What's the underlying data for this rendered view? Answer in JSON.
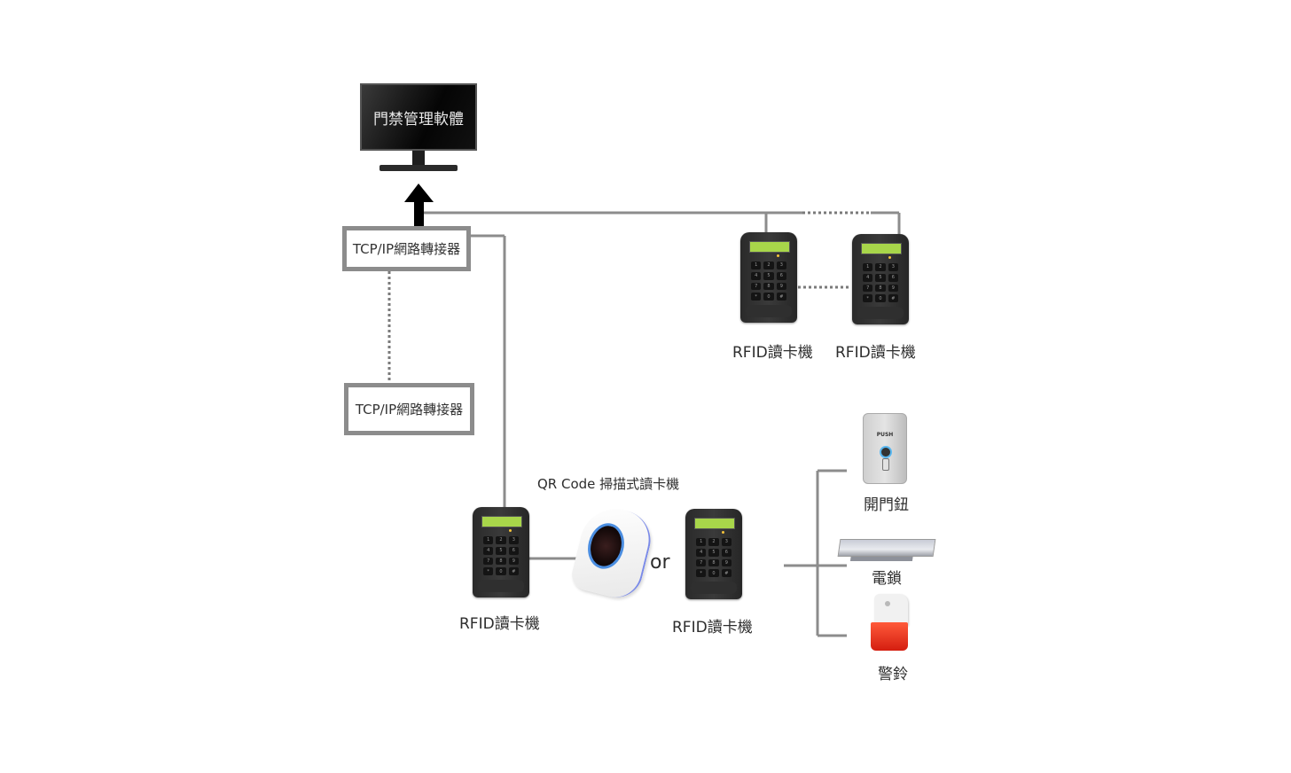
{
  "diagram": {
    "title": "Access Control System Topology",
    "nodes": {
      "software": {
        "label": "門禁管理軟體",
        "icon": "monitor-icon"
      },
      "converter_1": {
        "label": "TCP/IP網路轉接器"
      },
      "converter_2": {
        "label": "TCP/IP網路轉接器"
      },
      "rfid_top_1": {
        "label": "RFID讀卡機",
        "icon": "rfid-reader-icon"
      },
      "rfid_top_2": {
        "label": "RFID讀卡機",
        "icon": "rfid-reader-icon"
      },
      "rfid_bottom_1": {
        "label": "RFID讀卡機",
        "icon": "rfid-reader-icon"
      },
      "qr_scanner": {
        "label": "QR Code 掃描式讀卡機",
        "icon": "qr-scanner-icon"
      },
      "or_text": "or",
      "rfid_bottom_2": {
        "label": "RFID讀卡機",
        "icon": "rfid-reader-icon"
      },
      "exit_button": {
        "label": "開門鈕",
        "icon": "push-button-icon",
        "plate_text": "PUSH"
      },
      "electric_lock": {
        "label": "電鎖",
        "icon": "electric-lock-icon"
      },
      "alarm": {
        "label": "警鈴",
        "icon": "siren-icon"
      }
    },
    "keypad_keys": [
      "1",
      "2",
      "3",
      "4",
      "5",
      "6",
      "7",
      "8",
      "9",
      "*",
      "0",
      "#"
    ],
    "colors": {
      "wire": "#8c8c8c",
      "arrow": "#000000",
      "lcd": "#a8d64a",
      "scanner_ring": "#4a8de0",
      "siren": "#e0301c"
    }
  }
}
